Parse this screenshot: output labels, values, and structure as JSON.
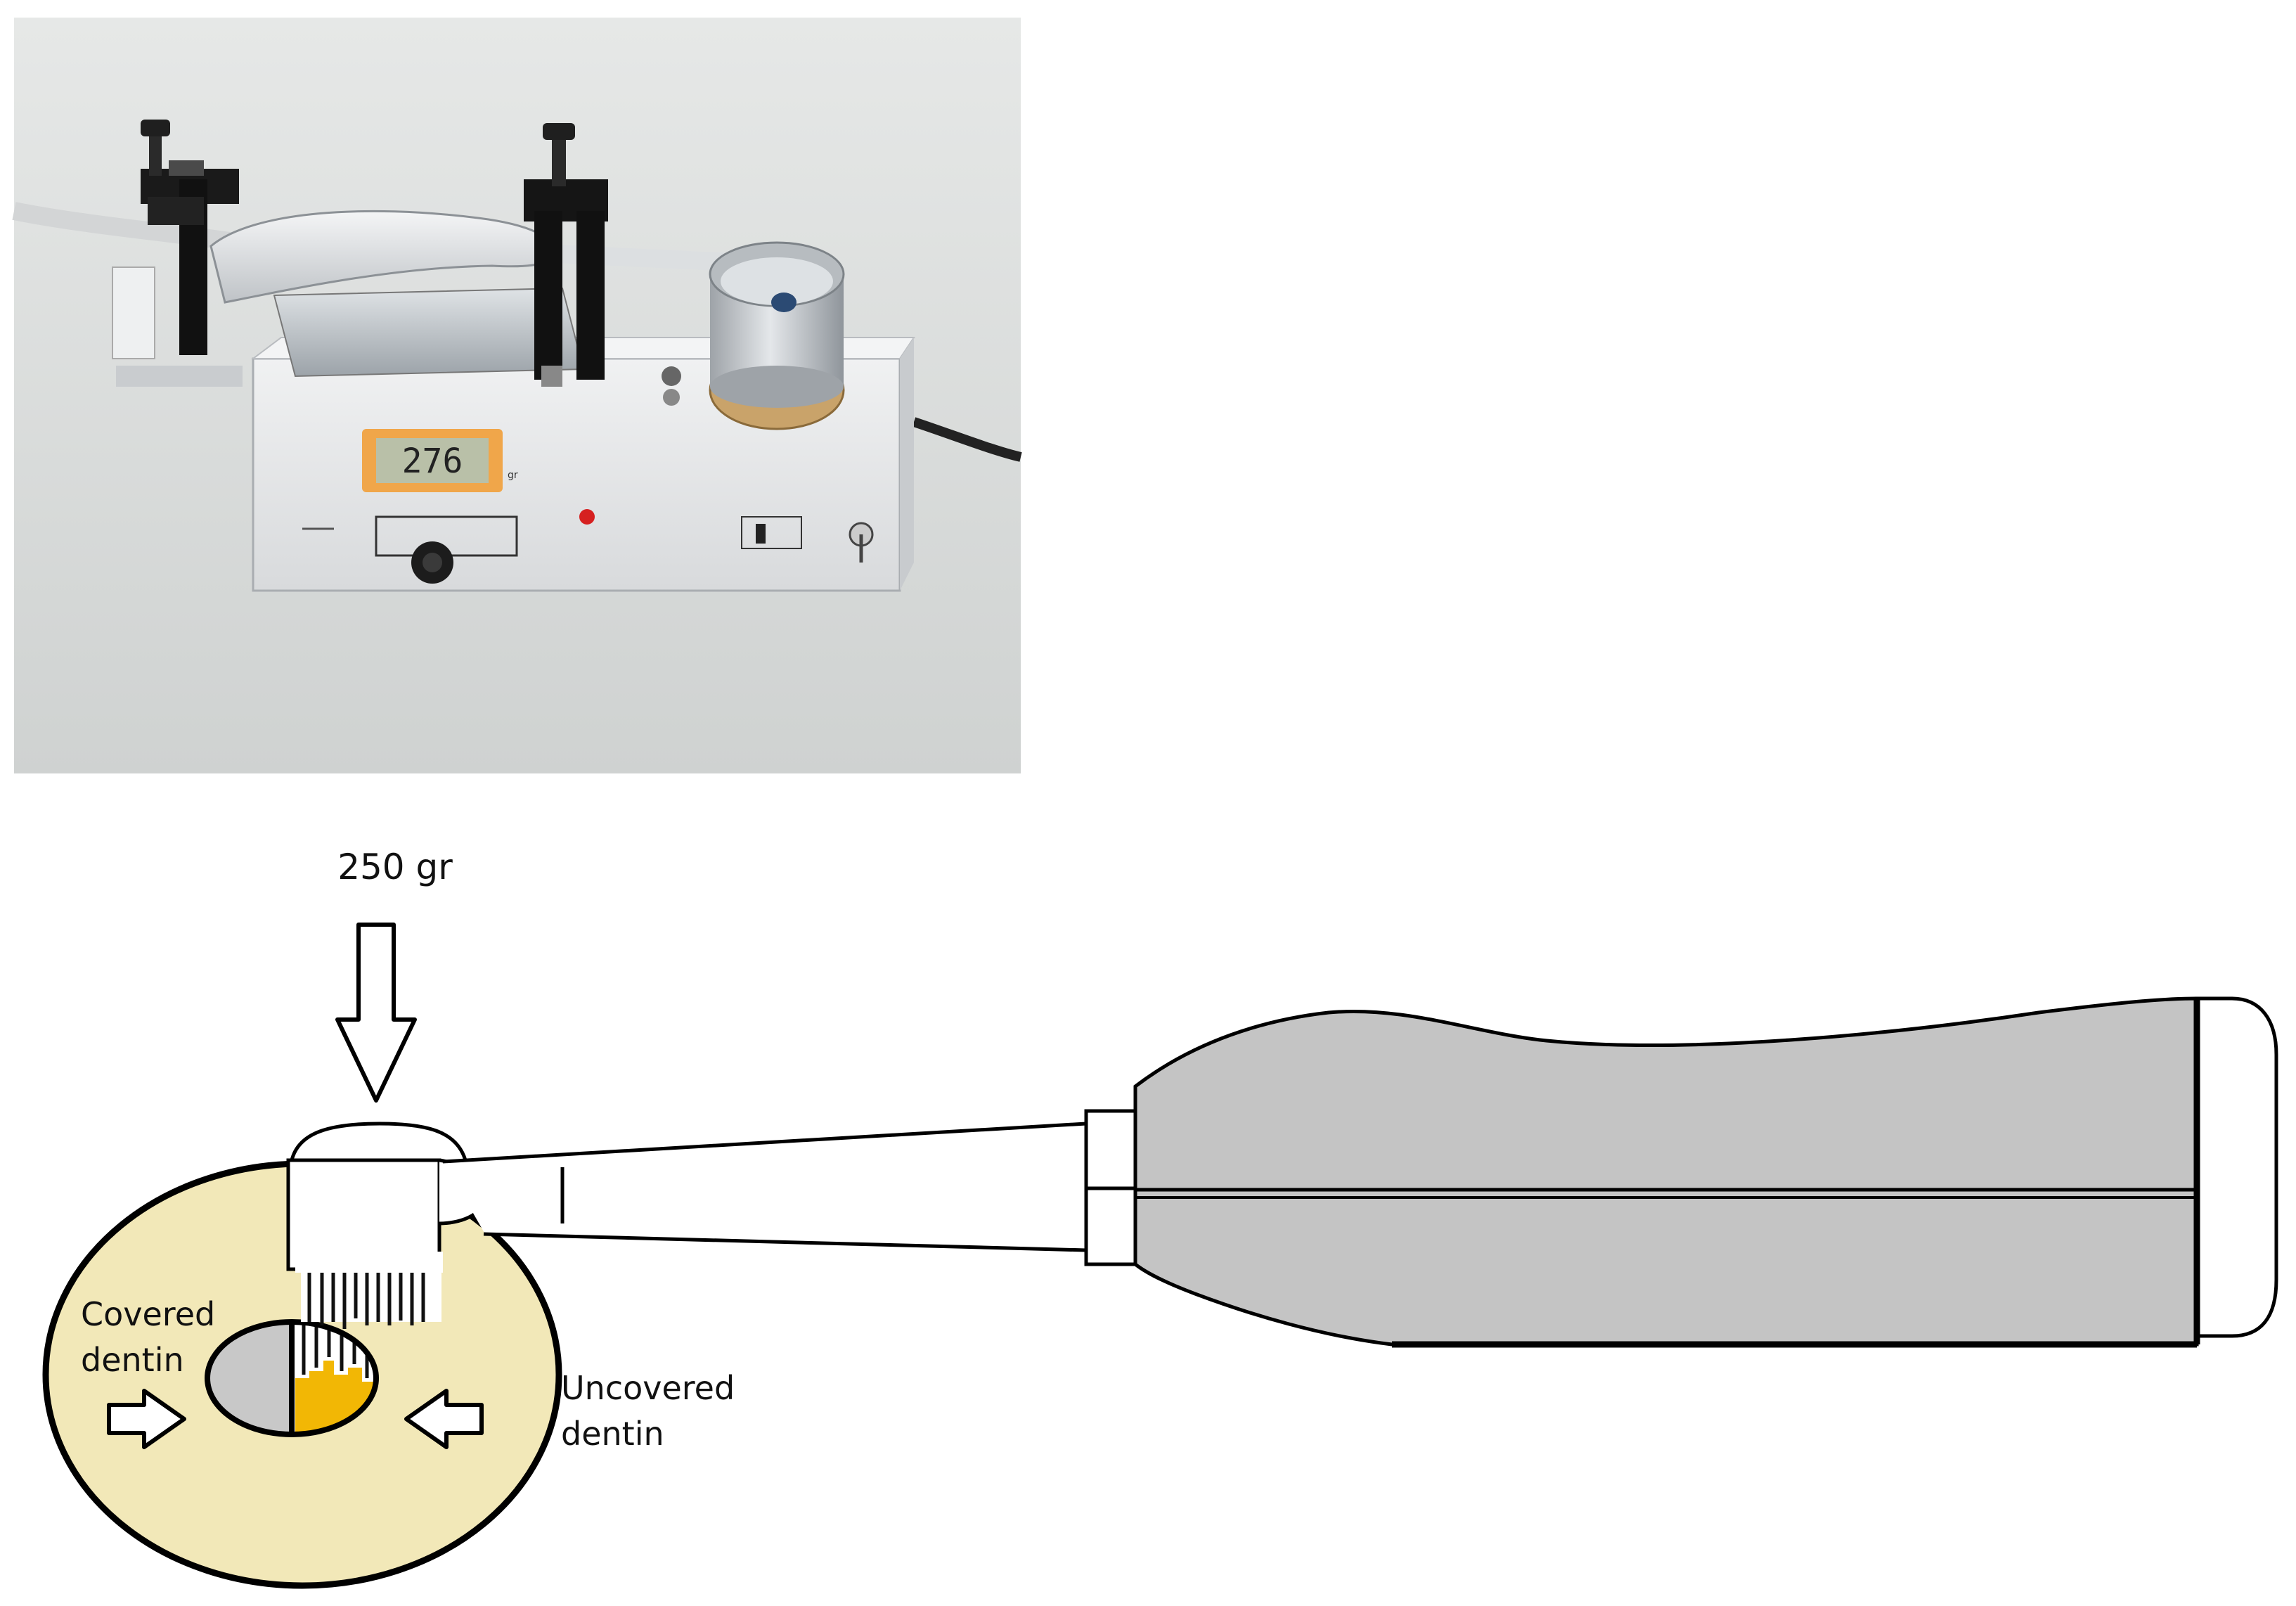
{
  "photo": {
    "lcd_reading": "276",
    "lcd_unit": "gr"
  },
  "diagram": {
    "load_label": "250 gr",
    "covered_label_line1": "Covered",
    "covered_label_line2": "dentin",
    "uncovered_label_line1": "Uncovered",
    "uncovered_label_line2": "dentin"
  },
  "colors": {
    "specimen_disc": "#f2e8b8",
    "covered_dentin": "#c8c8c8",
    "uncovered_dentin": "#f2b705",
    "handle": "#c4c4c4",
    "photo_background": "#d9dbda",
    "device_body": "#e8e9ea"
  },
  "icons": {
    "load_arrow": "arrow-down-icon",
    "left_arrow": "arrow-right-icon",
    "right_arrow": "arrow-left-icon"
  }
}
